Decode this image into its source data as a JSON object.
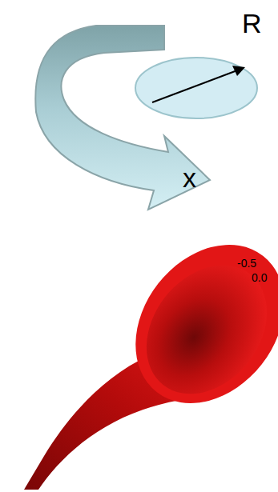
{
  "diagram": {
    "labels": [
      "R",
      "x",
      "-0.5",
      "0.0"
    ]
  }
}
